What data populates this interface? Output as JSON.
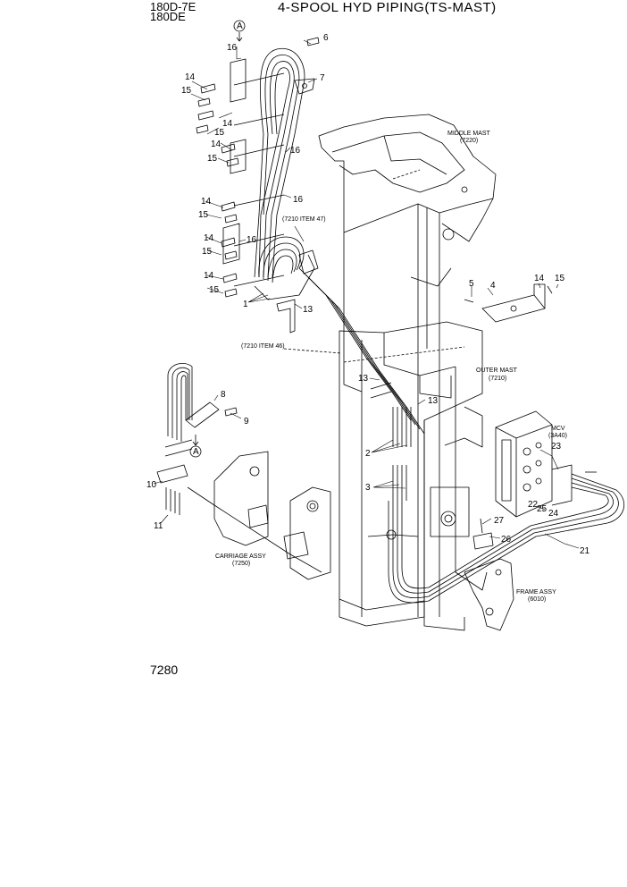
{
  "header": {
    "model_1": "180D-7E",
    "model_2": "180DE",
    "title": "4-SPOOL HYD PIPING(TS-MAST)"
  },
  "footer": {
    "page_code": "7280"
  },
  "callouts": {
    "c1": "1",
    "c2": "2",
    "c3": "3",
    "c4": "4",
    "c5": "5",
    "c6": "6",
    "c7": "7",
    "c8": "8",
    "c9": "9",
    "c10": "10",
    "c11": "11",
    "c13": "13",
    "c14": "14",
    "c15": "15",
    "c16": "16",
    "c21": "21",
    "c22": "22",
    "c23": "23",
    "c24": "24",
    "c25": "25",
    "c26": "26",
    "c27": "27",
    "ref_a": "A"
  },
  "captions": {
    "middle_mast": "MIDDLE MAST",
    "middle_mast_ref": "(7220)",
    "outer_mast": "OUTER MAST",
    "outer_mast_ref": "(7210)",
    "mcv": "MCV",
    "mcv_ref": "(3A40)",
    "frame_assy": "FRAME ASSY",
    "frame_assy_ref": "(6010)",
    "carriage_assy": "CARRIAGE ASSY",
    "carriage_assy_ref": "(7250)",
    "item47": "(7210 ITEM 47)",
    "item46": "(7210 ITEM 46)"
  }
}
